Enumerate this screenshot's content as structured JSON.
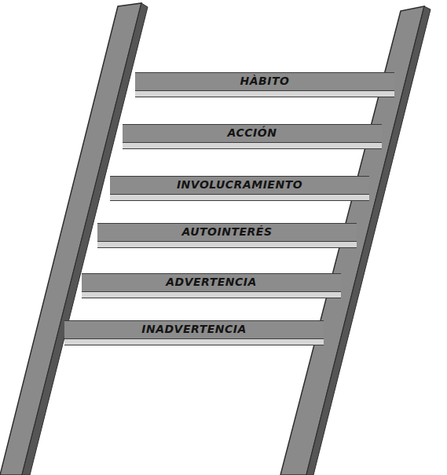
{
  "diagram": {
    "nodes": [
      {
        "text": [
          "HÀBITO"
        ]
      },
      {
        "text": [
          "ACCIÓN"
        ]
      },
      {
        "text": [
          "INVOLUCRAMIENTO"
        ]
      },
      {
        "text": [
          "AUTOINTERÉS"
        ]
      },
      {
        "text": [
          "ADVERTENCIA"
        ]
      },
      {
        "text": [
          "INADVERTENCIA"
        ]
      }
    ]
  }
}
